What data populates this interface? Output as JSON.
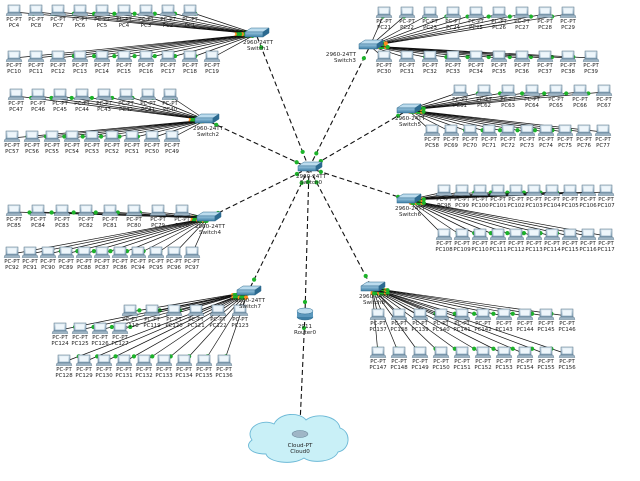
{
  "topology": {
    "central_switch": {
      "model": "2960-24TT",
      "name": "Switch0"
    },
    "router": {
      "model": "2911",
      "name": "Router0"
    },
    "cloud": {
      "model": "Cloud-PT",
      "name": "Cloud0"
    },
    "pc_model": "PC-PT",
    "switches": [
      {
        "id": "s1",
        "model": "2960-24TT",
        "name": "Switch1",
        "pcs": [
          [
            "PC4",
            "PC8",
            "PC7",
            "PC6",
            "PC5",
            "PC4",
            "PC3",
            "PC2",
            "PC1"
          ],
          [
            "PC10",
            "PC11",
            "PC12",
            "PC13",
            "PC14",
            "PC15",
            "PC16",
            "PC17",
            "PC18",
            "PC19"
          ]
        ]
      },
      {
        "id": "s2",
        "model": "2960-24TT",
        "name": "Switch2",
        "pcs": [
          [
            "PC47",
            "PC46",
            "PC45",
            "PC44",
            "PC43",
            "PC42",
            "PC41",
            "PC40"
          ],
          [
            "PC57",
            "PC56",
            "PC55",
            "PC54",
            "PC53",
            "PC52",
            "PC51",
            "PC50",
            "PC49"
          ]
        ]
      },
      {
        "id": "s3",
        "model": "2960-24TT",
        "name": "Switch3",
        "pcs": [
          [
            "PC21",
            "PC22",
            "PC23",
            "PC24",
            "PC25",
            "PC26",
            "PC27",
            "PC28",
            "PC29"
          ],
          [
            "PC30",
            "PC31",
            "PC32",
            "PC33",
            "PC34",
            "PC35",
            "PC36",
            "PC37",
            "PC38",
            "PC39"
          ]
        ]
      },
      {
        "id": "s4",
        "model": "2960-24TT",
        "name": "Switch4",
        "pcs": [
          [
            "PC85",
            "PC84",
            "PC83",
            "PC82",
            "PC81",
            "PC80",
            "PC79",
            "PC78"
          ],
          [
            "PC92",
            "PC91",
            "PC90",
            "PC89",
            "PC88",
            "PC87",
            "PC86",
            "PC94",
            "PC95",
            "PC96",
            "PC97"
          ]
        ]
      },
      {
        "id": "s5",
        "model": "2960-24TT",
        "name": "Switch5",
        "pcs": [
          [
            "PC61",
            "PC62",
            "PC63",
            "PC64",
            "PC65",
            "PC66",
            "PC67"
          ],
          [
            "PC58",
            "PC69",
            "PC70",
            "PC71",
            "PC72",
            "PC73",
            "PC74",
            "PC75",
            "PC76",
            "PC77"
          ]
        ]
      },
      {
        "id": "s6",
        "model": "2960-24TT",
        "name": "Switch6",
        "pcs": [
          [
            "PC98",
            "PC99",
            "PC100",
            "PC101",
            "PC102",
            "PC103",
            "PC104",
            "PC105",
            "PC106",
            "PC107"
          ],
          [
            "PC108",
            "PC109",
            "PC110",
            "PC111",
            "PC112",
            "PC113",
            "PC114",
            "PC115",
            "PC116",
            "PC117"
          ]
        ]
      },
      {
        "id": "s7",
        "model": "2960-24TT",
        "name": "Switch7",
        "pcs": [
          [
            "PC118",
            "PC119",
            "PC120",
            "PC121",
            "PC122",
            "PC123"
          ],
          [
            "PC124",
            "PC125",
            "PC126",
            "PC127"
          ],
          [
            "PC128",
            "PC129",
            "PC130",
            "PC131",
            "PC132",
            "PC133",
            "PC134",
            "PC135",
            "PC136"
          ]
        ]
      },
      {
        "id": "s8",
        "model": "2960-24TT",
        "name": "Switch8",
        "pcs": [
          [
            "PC137",
            "PC138",
            "PC139",
            "PC140",
            "PC141",
            "PC142",
            "PC143",
            "PC144",
            "PC145",
            "PC146"
          ],
          [
            "PC147",
            "PC148",
            "PC149",
            "PC150",
            "PC151",
            "PC152",
            "PC153",
            "PC154",
            "PC155",
            "PC156"
          ]
        ]
      }
    ]
  },
  "colors": {
    "link_up": "#1db32a",
    "link_pending": "#ff8a1f",
    "cable": "#111111",
    "cloud_fill": "#c9f0f7",
    "cloud_stroke": "#6bb8d6"
  }
}
